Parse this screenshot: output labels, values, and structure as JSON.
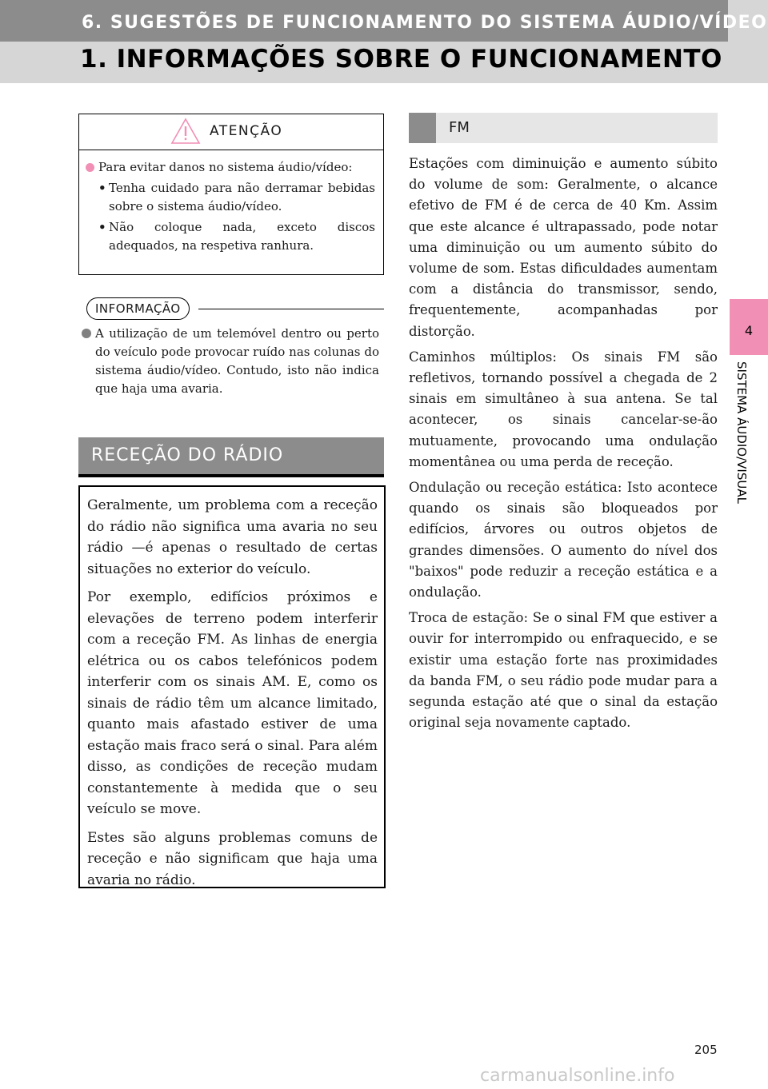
{
  "header": {
    "chapter_title": "6. SUGESTÕES DE FUNCIONAMENTO DO SISTEMA ÁUDIO/VÍDEO",
    "section_title": "1. INFORMAÇÕES SOBRE O FUNCIONAMENTO"
  },
  "side_tab": {
    "number": "4",
    "label": "SISTEMA ÁUDIO/VISUAL"
  },
  "caution": {
    "label": "ATENÇÃO",
    "bullet": "Para evitar danos no sistema áudio/vídeo:",
    "items": [
      "Tenha cuidado para não derramar bebidas sobre o sistema áudio/vídeo.",
      "Não coloque nada, exceto discos adequados, na respetiva ranhura."
    ]
  },
  "info": {
    "label": "INFORMAÇÃO",
    "text": "A utilização de um telemóvel dentro ou perto do veículo pode provocar ruído nas colunas do sistema áudio/vídeo. Contudo, isto não indica que haja uma avaria."
  },
  "reception": {
    "heading": "RECEÇÃO DO RÁDIO",
    "paragraphs": [
      "Geralmente, um problema com a receção do rádio não significa uma avaria no seu rádio —é apenas o resultado de certas situações no exterior do veículo.",
      "Por exemplo, edifícios próximos e elevações de terreno podem interferir com a receção FM. As linhas de energia elétrica ou os cabos telefónicos podem interferir com os sinais AM. E, como os sinais de rádio têm um alcance limitado, quanto mais afastado estiver de uma estação mais fraco será o sinal. Para além disso, as condições de receção mudam constantemente à medida que o seu veículo se move.",
      "Estes são alguns problemas comuns de receção e não significam que haja uma avaria no rádio."
    ]
  },
  "fm": {
    "heading": "FM",
    "paragraphs": [
      "Estações com diminuição e aumento súbito do volume de som: Geralmente, o alcance efetivo de FM é de cerca de 40 Km. Assim que este alcance é ultrapassado, pode notar uma diminuição ou um aumento súbito do volume de som. Estas dificuldades aumentam com a distância do transmissor, sendo, frequentemente, acompanhadas por distorção.",
      "Caminhos múltiplos: Os sinais FM são refletivos, tornando possível a chegada de 2 sinais em simultâneo à sua antena. Se tal acontecer, os sinais cancelar-se-ão mutuamente, provocando uma ondulação momentânea ou uma perda de receção.",
      "Ondulação ou receção estática: Isto acontece quando os sinais são bloqueados por edifícios, árvores ou outros objetos de grandes dimensões. O aumento do nível dos \"baixos\" pode reduzir a receção estática e a ondulação.",
      "Troca de estação: Se o sinal FM que estiver a ouvir for interrompido ou enfraquecido, e se existir uma estação forte nas proximidades da banda FM, o seu rádio pode mudar para a segunda estação até que o sinal da estação original seja novamente captado."
    ]
  },
  "footer": {
    "page_number": "205",
    "watermark": "carmanualsonline.info"
  }
}
